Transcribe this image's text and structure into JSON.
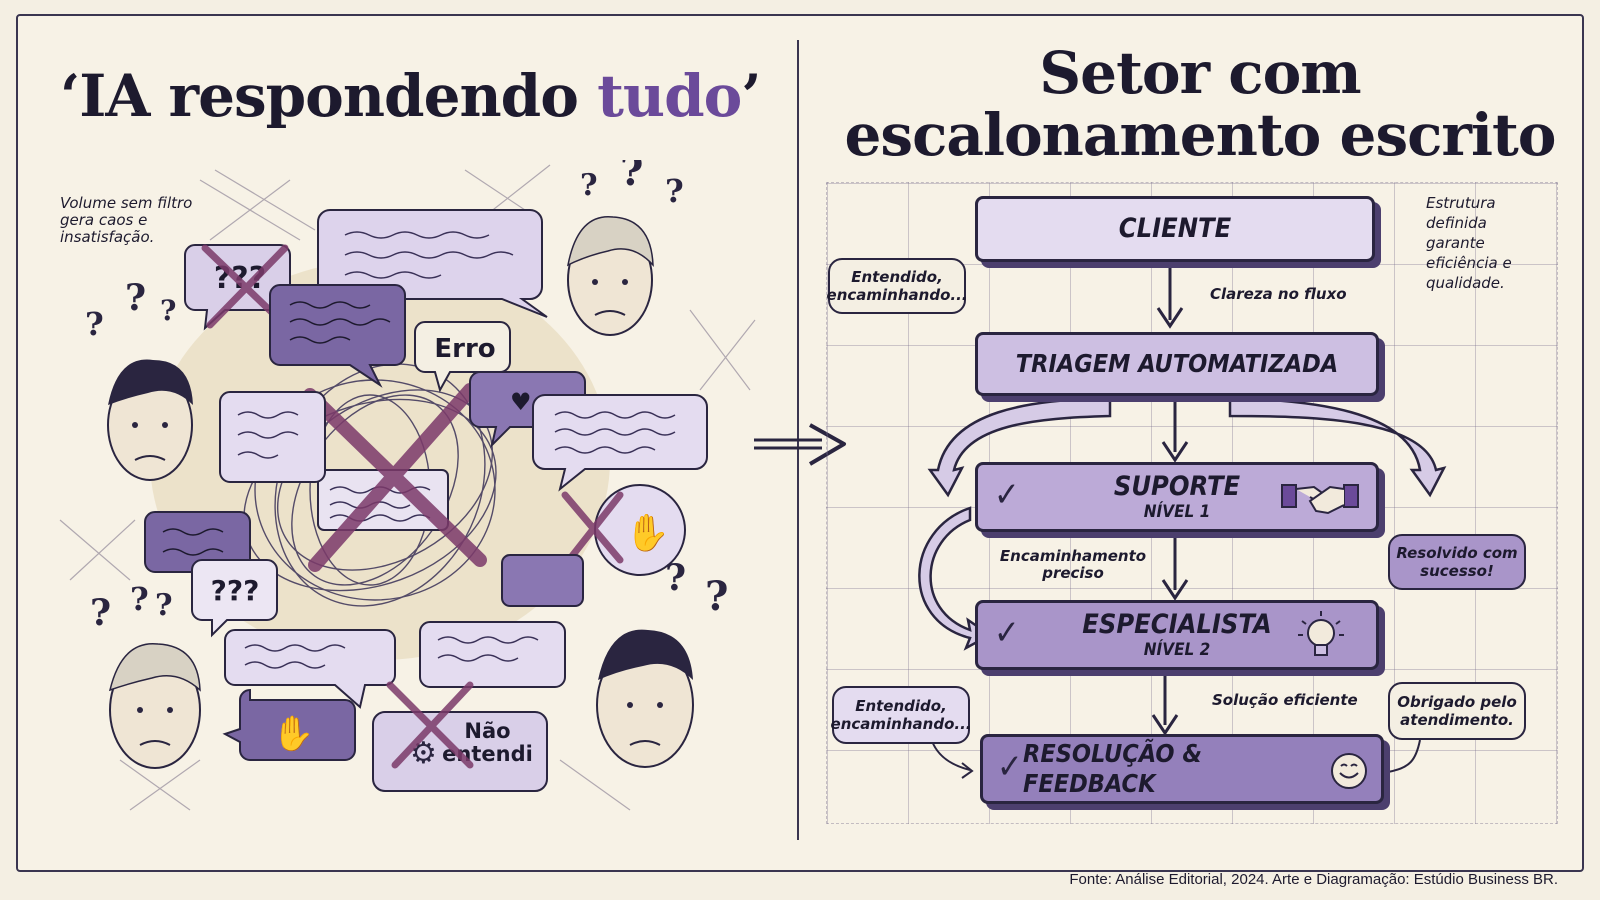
{
  "left": {
    "title_prefix": "‘IA respondendo ",
    "title_highlight": "tudo",
    "title_suffix": "’",
    "note": "Volume sem filtro gera caos e insatisfação.",
    "bubbles": {
      "question_marks": "???",
      "error": "Erro",
      "question_marks_2": "???",
      "not_understood": "Não entendi"
    }
  },
  "right": {
    "title_line1": "Setor com",
    "title_line2": "escalonamento escrito",
    "note": "Estrutura definida garante eficiência e qualidade.",
    "steps": {
      "cliente": "CLIENTE",
      "triagem": "TRIAGEM AUTOMATIZADA",
      "suporte": "SUPORTE",
      "suporte_nivel": "NÍVEL 1",
      "especialista": "ESPECIALISTA",
      "especialista_nivel": "NÍVEL 2",
      "resolucao": "RESOLUÇÃO & FEEDBACK"
    },
    "flow_labels": {
      "clareza": "Clareza no fluxo",
      "encaminhamento": "Encaminhamento preciso",
      "solucao": "Solução eficiente"
    },
    "speech": {
      "entendido_top": "Entendido, encaminhando...",
      "resolvido": "Resolvido com sucesso!",
      "entendido_bottom": "Entendido, encaminhando...",
      "obrigado": "Obrigado pelo atendimento."
    }
  },
  "source": "Fonte: Análise Editorial, 2024. Arte e Diagramação: Estúdio Business BR.",
  "colors": {
    "accent": "#6b4a9a",
    "ink": "#1d1a2e",
    "background": "#f4efe3"
  }
}
